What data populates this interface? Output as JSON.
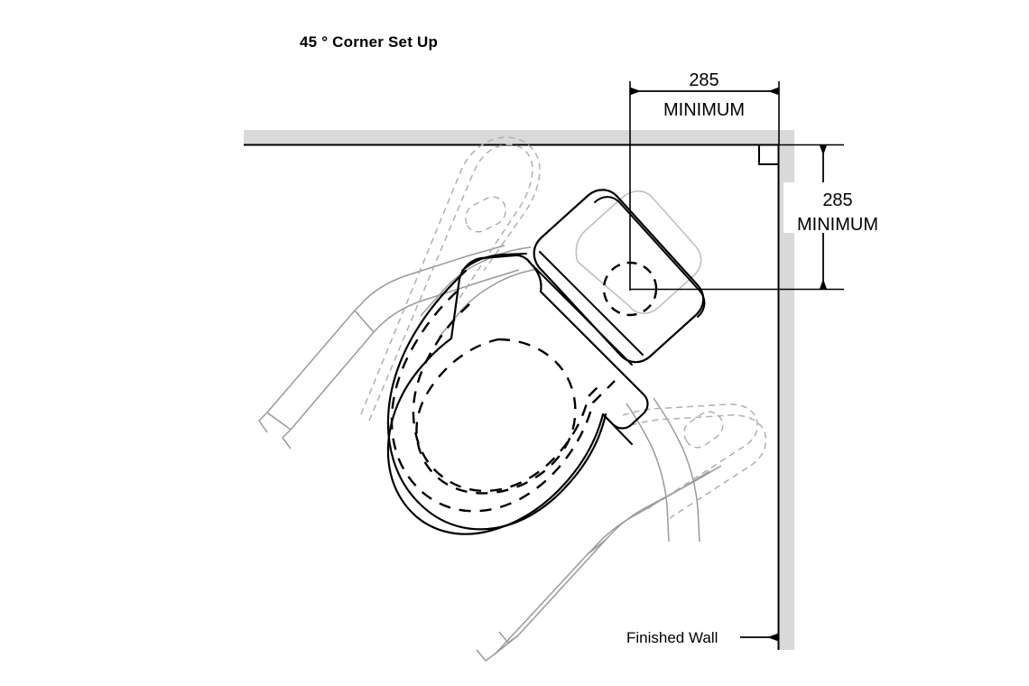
{
  "drawing": {
    "title": "45 ° Corner Set Up",
    "background_color": "#ffffff",
    "line_color": "#000000",
    "wall_fill_color": "#d9d9d9",
    "ghost_color": "#9a9a9a",
    "ghost_dashed_color": "#b0b0b0"
  },
  "dimensions": {
    "horizontal": {
      "value": "285",
      "qualifier": "MINIMUM",
      "orientation": "horizontal",
      "from_feature": "waste-outlet-center",
      "to_feature": "finished-wall-right"
    },
    "vertical": {
      "value": "285",
      "qualifier": "MINIMUM",
      "orientation": "vertical",
      "from_feature": "finished-wall-top",
      "to_feature": "waste-outlet-center"
    }
  },
  "annotations": {
    "finished_wall_label": "Finished Wall"
  },
  "symbols": {
    "right_angle_marker": "square-corner-symbol",
    "waste_outlet": "dashed-circle"
  }
}
